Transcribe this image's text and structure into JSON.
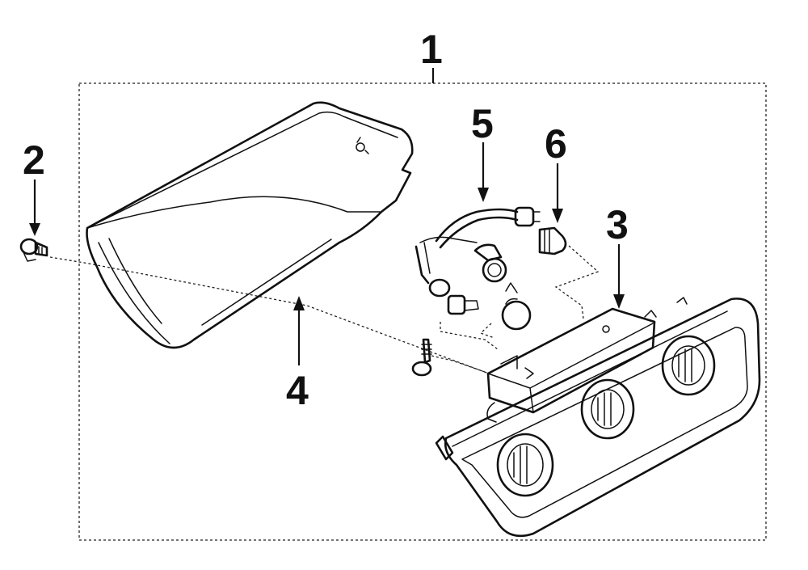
{
  "callouts": {
    "c1": "1",
    "c2": "2",
    "c3": "3",
    "c4": "4",
    "c5": "5",
    "c6": "6"
  },
  "parts": [
    {
      "id": "1",
      "icon": "assembly-frame"
    },
    {
      "id": "2",
      "icon": "push-clip-icon"
    },
    {
      "id": "3",
      "icon": "lamp-housing-icon"
    },
    {
      "id": "4",
      "icon": "lens-cover-icon"
    },
    {
      "id": "5",
      "icon": "wiring-socket-icon"
    },
    {
      "id": "6",
      "icon": "bulb-icon"
    }
  ],
  "colors": {
    "line": "#111111",
    "background": "#ffffff"
  }
}
